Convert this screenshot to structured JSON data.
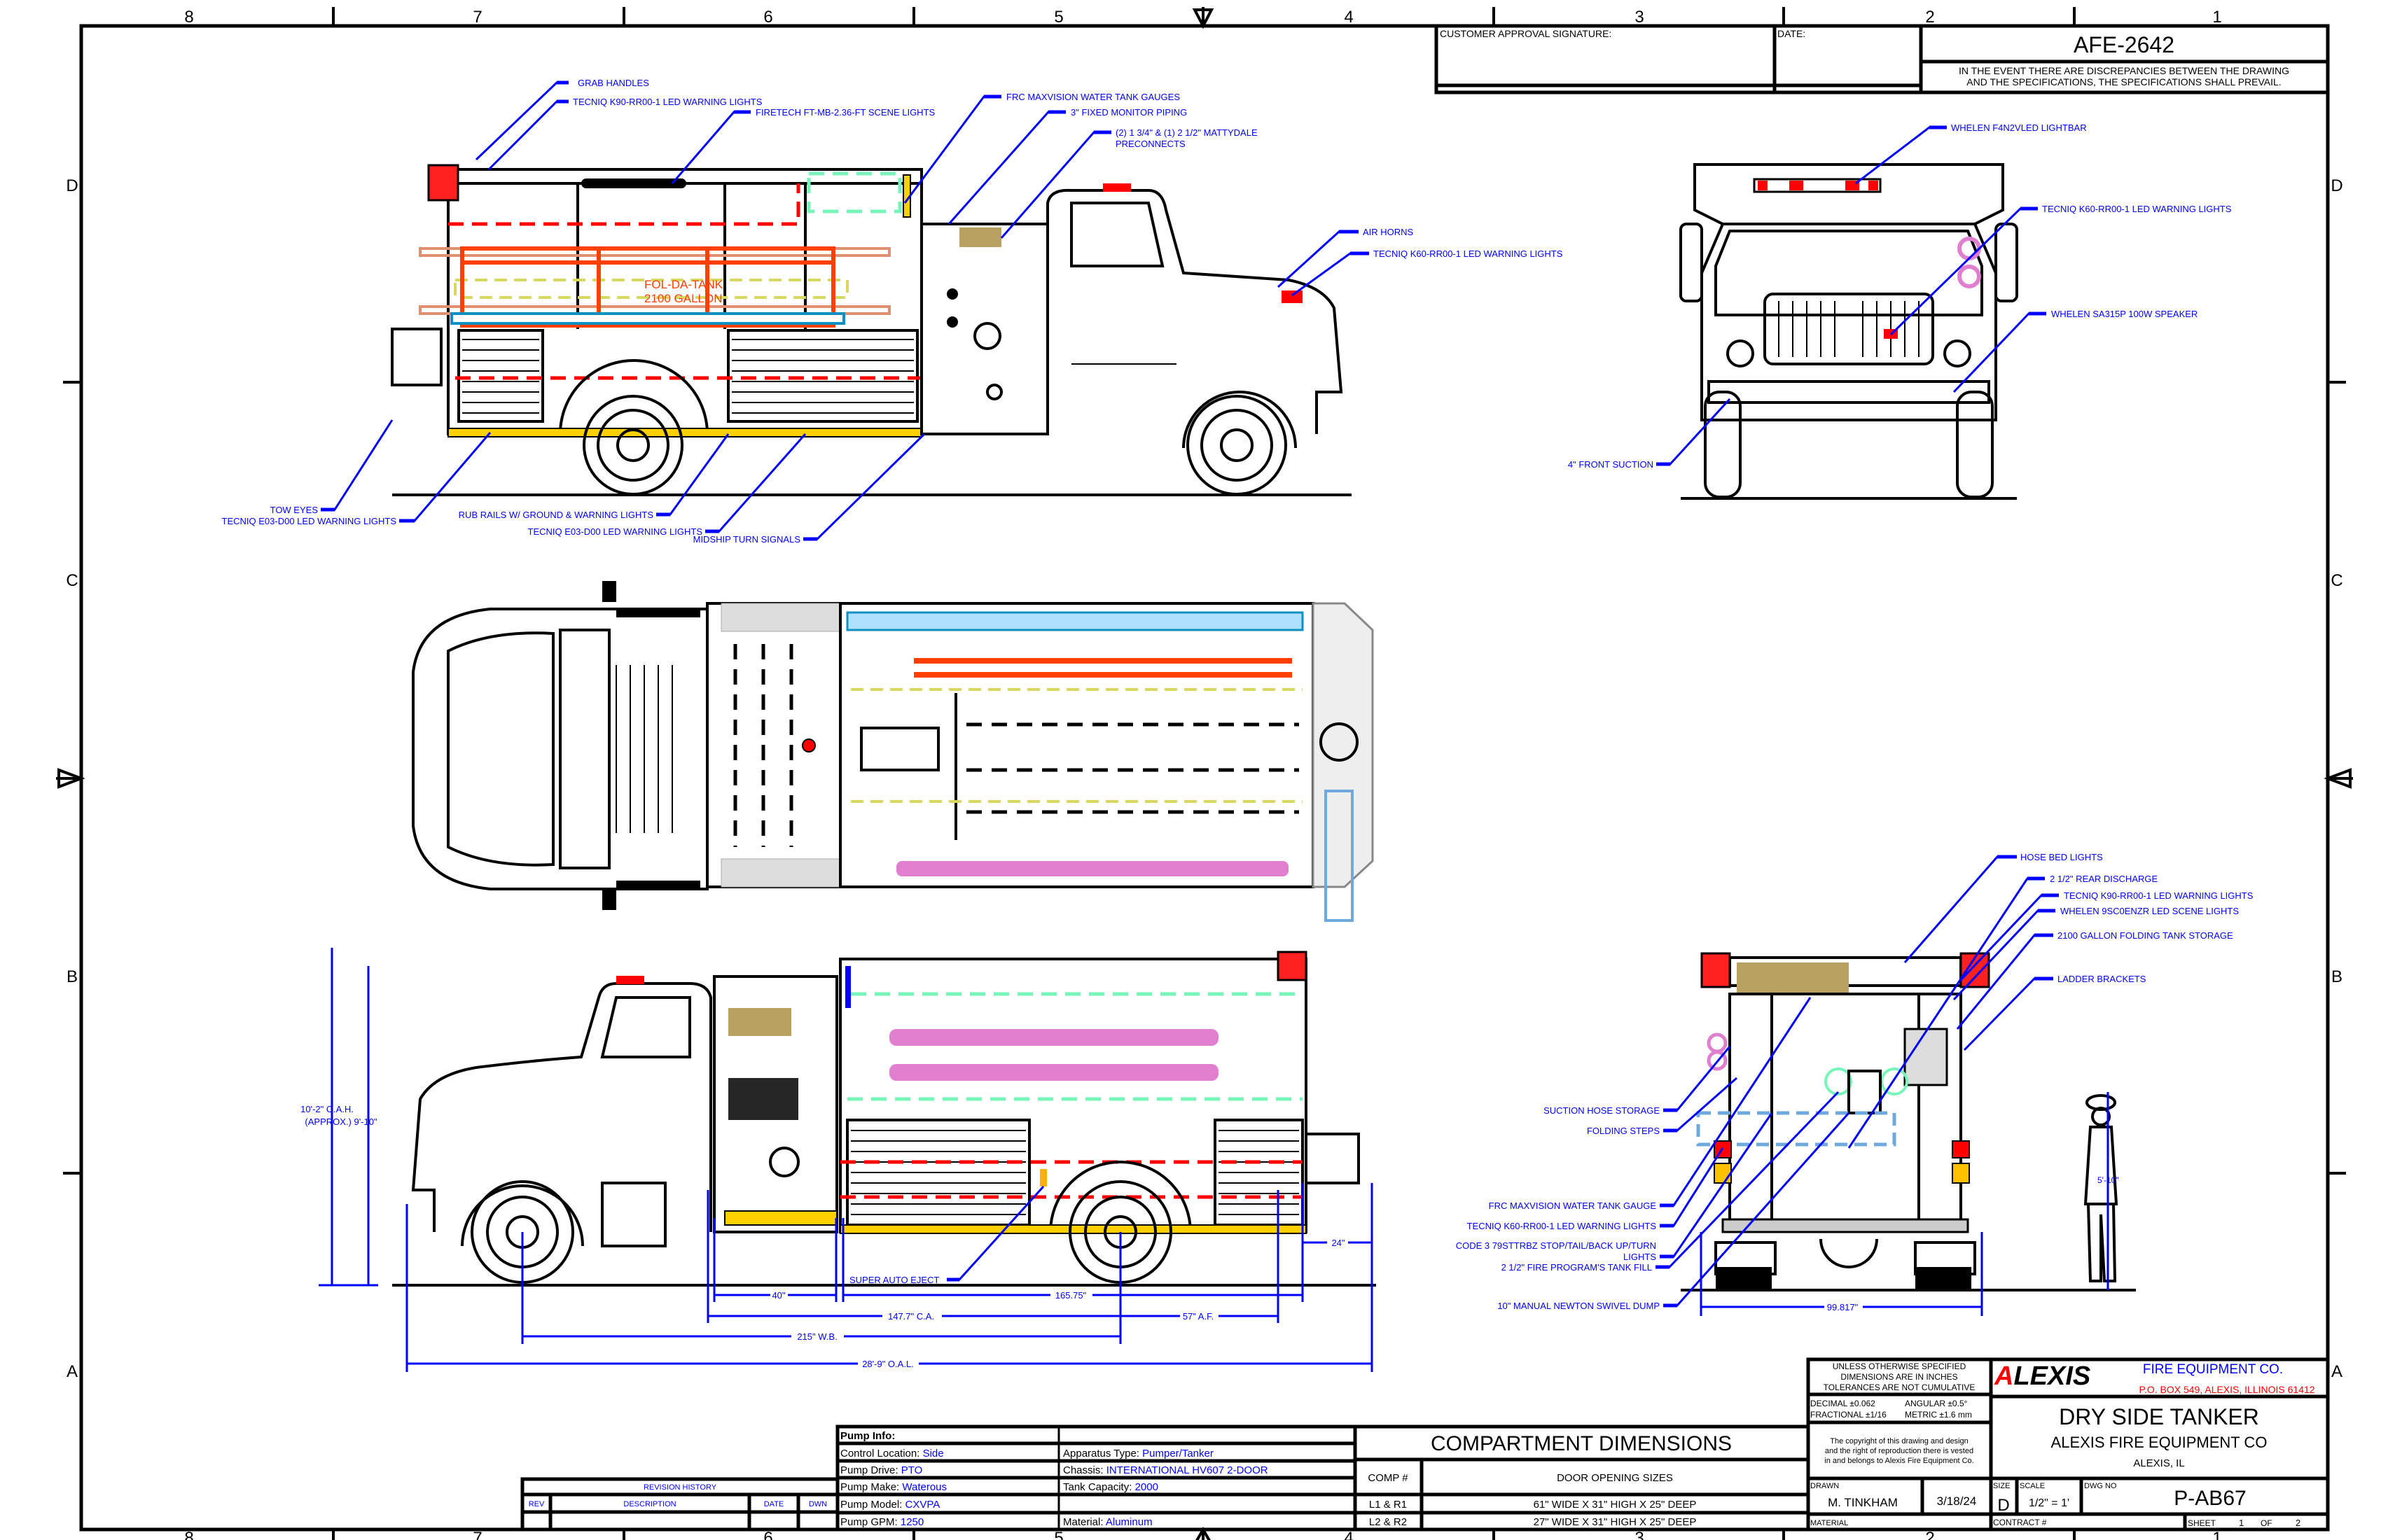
{
  "border": {
    "columns": [
      "8",
      "7",
      "6",
      "5",
      "4",
      "3",
      "2",
      "1"
    ],
    "rows": [
      "D",
      "C",
      "B",
      "A"
    ]
  },
  "approval": {
    "customer_signature_label": "CUSTOMER APPROVAL SIGNATURE:",
    "date_label": "DATE:",
    "afe_number": "AFE-2642",
    "discrepancy_note_line1": "IN THE EVENT THERE ARE DISCREPANCIES BETWEEN THE DRAWING",
    "discrepancy_note_line2": "AND THE SPECIFICATIONS, THE SPECIFICATIONS SHALL PREVAIL."
  },
  "callouts": {
    "side_top": [
      "GRAB HANDLES",
      "TECNIQ K90-RR00-1 LED WARNING LIGHTS",
      "FIRETECH FT-MB-2.36-FT SCENE LIGHTS",
      "FRC MAXVISION WATER TANK GAUGES",
      "3\" FIXED MONITOR PIPING",
      "(2) 1 3/4\" & (1) 2 1/2\" MATTYDALE",
      "PRECONNECTS",
      "AIR HORNS",
      "TECNIQ K60-RR00-1 LED WARNING LIGHTS"
    ],
    "side_bottom": [
      "TOW EYES",
      "TECNIQ E03-D00 LED WARNING LIGHTS",
      "RUB RAILS W/ GROUND & WARNING LIGHTS",
      "TECNIQ E03-D00 LED WARNING LIGHTS",
      "MIDSHIP TURN SIGNALS"
    ],
    "front": [
      "WHELEN F4N2VLED LIGHTBAR",
      "TECNIQ K60-RR00-1 LED WARNING LIGHTS",
      "WHELEN SA315P 100W SPEAKER",
      "4\" FRONT SUCTION"
    ],
    "rear_right": [
      "HOSE BED LIGHTS",
      "2 1/2\" REAR DISCHARGE",
      "TECNIQ K90-RR00-1 LED WARNING LIGHTS",
      "WHELEN 9SC0ENZR LED SCENE LIGHTS",
      "2100 GALLON FOLDING TANK STORAGE",
      "LADDER BRACKETS"
    ],
    "rear_left": [
      "SUCTION HOSE STORAGE",
      "FOLDING STEPS",
      "FRC MAXVISION WATER TANK GAUGE",
      "TECNIQ K60-RR00-1 LED WARNING LIGHTS",
      "CODE 3 79STTRBZ STOP/TAIL/BACK UP/TURN",
      "LIGHTS",
      "2 1/2\" FIRE PROGRAM'S TANK FILL",
      "10\" MANUAL NEWTON SWIVEL DUMP"
    ],
    "super_auto_eject": "SUPER AUTO EJECT"
  },
  "annotations": {
    "fol_da_tank": "FOL-DA-TANK",
    "fol_da_tank_capacity": "2100 GALLON"
  },
  "dimensions": {
    "overall_height": "10'-2\" O.A.H.",
    "approx_height": "(APPROX.) 9'-10\"",
    "pump_panel": "40\"",
    "body_length": "165.75\"",
    "rear_step": "24\"",
    "cab_to_axle": "147.7\" C.A.",
    "axle_to_frame": "57\" A.F.",
    "wheelbase": "215\" W.B.",
    "overall_length": "28'-9\" O.A.L.",
    "overall_width": "99.817\"",
    "person_height": "5'-10\""
  },
  "revision_history": {
    "title": "REVISION HISTORY",
    "columns": [
      "REV",
      "DESCRIPTION",
      "DATE",
      "DWN"
    ]
  },
  "pump_info": {
    "title": "Pump Info:",
    "left": [
      {
        "label": "Control Location:",
        "value": "Side"
      },
      {
        "label": "Pump Drive:",
        "value": "PTO"
      },
      {
        "label": "Pump Make:",
        "value": "Waterous"
      },
      {
        "label": "Pump Model:",
        "value": "CXVPA"
      },
      {
        "label": "Pump GPM:",
        "value": "1250"
      }
    ],
    "right": [
      {
        "label": "Apparatus Type:",
        "value": "Pumper/Tanker"
      },
      {
        "label": "Chassis:",
        "value": "INTERNATIONAL HV607 2-DOOR"
      },
      {
        "label": "Tank Capacity:",
        "value": "2000"
      },
      {
        "label": "Material:",
        "value": "Aluminum"
      }
    ]
  },
  "compartments": {
    "title": "COMPARTMENT DIMENSIONS",
    "col_comp": "COMP #",
    "col_sizes": "DOOR OPENING SIZES",
    "rows": [
      {
        "comp": "L1 & R1",
        "size": "61\" WIDE X 31\" HIGH X 25\" DEEP"
      },
      {
        "comp": "L2 & R2",
        "size": "27\" WIDE X 31\" HIGH X 25\" DEEP"
      }
    ]
  },
  "title_block": {
    "tolerance_line1": "UNLESS OTHERWISE SPECIFIED",
    "tolerance_line2": "DIMENSIONS ARE IN INCHES",
    "tolerance_line3": "TOLERANCES ARE NOT CUMULATIVE",
    "decimal": "DECIMAL ±0.062",
    "angular": "ANGULAR ±0.5°",
    "fractional": "FRACTIONAL ±1/16",
    "metric": "METRIC ±1.6 mm",
    "copyright_line1": "The copyright of this drawing and design",
    "copyright_line2": "and the right of reproduction there is vested",
    "copyright_line3": "in and belongs to Alexis Fire Equipment Co.",
    "logo_text": "ALEXIS",
    "company_tagline": "FIRE EQUIPMENT CO.",
    "company_address": "P.O. BOX 549, ALEXIS, ILLINOIS  61412",
    "drawing_title": "DRY SIDE TANKER",
    "company_name": "ALEXIS FIRE EQUIPMENT CO",
    "company_location": "ALEXIS, IL",
    "drawn_label": "DRAWN",
    "drawn_by": "M. TINKHAM",
    "drawn_date": "3/18/24",
    "size_label": "SIZE",
    "size": "D",
    "scale_label": "SCALE",
    "scale": "1/2\" = 1'",
    "dwg_no_label": "DWG NO",
    "dwg_no": "P-AB67",
    "material_label": "MATERIAL",
    "contract_label": "CONTRACT #",
    "sheet_label": "SHEET",
    "sheet": "1",
    "of_label": "OF",
    "sheet_total": "2"
  },
  "colors": {
    "callout": "#0000ff",
    "warning_red": "#ff0000",
    "ladder_orange": "#ff4000",
    "suction_hose_pink": "#e07fd0",
    "tank_storage_tan": "#b8a060",
    "compartment_green": "#77f5b8",
    "logo_red": "#ff0000"
  }
}
